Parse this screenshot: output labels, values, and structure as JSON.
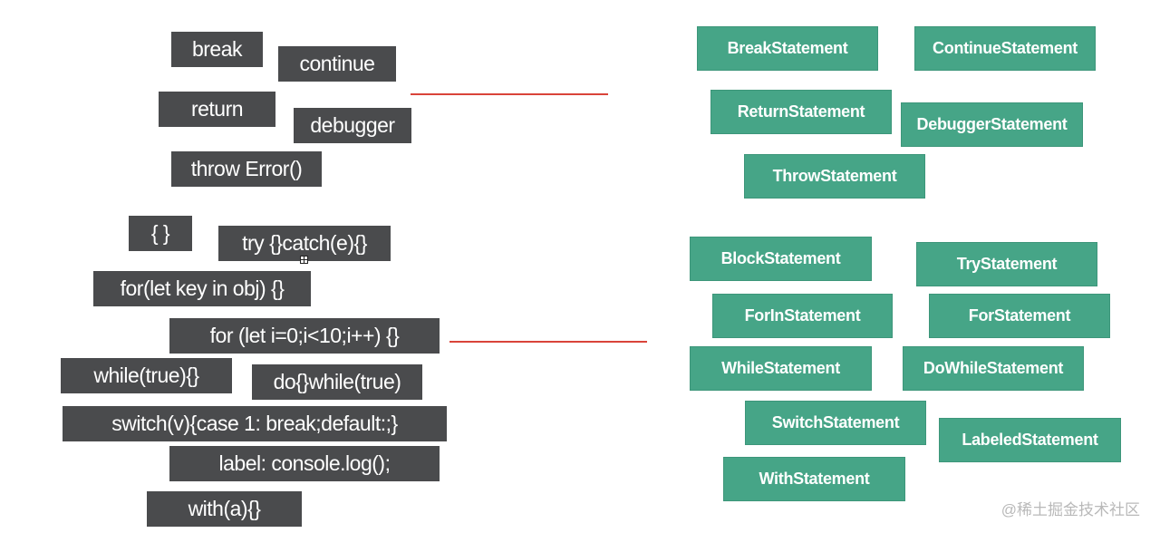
{
  "code_snippets": {
    "break": "break",
    "continue": "continue",
    "return": "return",
    "debugger": "debugger",
    "throw": "throw Error()",
    "block": "{ }",
    "try": "try {}catch(e){}",
    "for_in": "for(let key in obj) {}",
    "for": "for (let i=0;i<10;i++) {}",
    "while": "while(true){}",
    "do_while": "do{}while(true)",
    "switch": "switch(v){case 1: break;default:;}",
    "label": "label: console.log();",
    "with": "with(a){}"
  },
  "statement_types": {
    "break": "BreakStatement",
    "continue": "ContinueStatement",
    "return": "ReturnStatement",
    "debugger": "DebuggerStatement",
    "throw": "ThrowStatement",
    "block": "BlockStatement",
    "try": "TryStatement",
    "for_in": "ForInStatement",
    "for": "ForStatement",
    "while": "WhileStatement",
    "do_while": "DoWhileStatement",
    "switch": "SwitchStatement",
    "labeled": "LabeledStatement",
    "with": "WithStatement"
  },
  "watermark": "@稀土掘金技术社区",
  "colors": {
    "code_box": "#4a4b4d",
    "statement_box": "#46a587",
    "connector_line": "#d9443a"
  }
}
